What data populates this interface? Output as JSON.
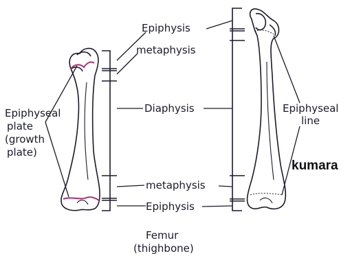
{
  "labels": {
    "epiphysis_top": "Epiphysis",
    "metaphysis_top": "metaphysis",
    "diaphysis": "Diaphysis",
    "metaphysis_bottom": "metaphysis",
    "epiphysis_bottom": "Epiphysis",
    "epiphyseal_plate": [
      "Epiphyseal",
      "plate",
      "(growth",
      "plate)"
    ],
    "epiphyseal_line": [
      "Epiphyseal",
      "line"
    ],
    "caption": [
      "Femur",
      "(thighbone)"
    ]
  },
  "watermark": "kumara",
  "colors": {
    "ink": "#1a1a2a",
    "growth_plate": "#a8326e",
    "bone_fill": "#ffffff"
  }
}
